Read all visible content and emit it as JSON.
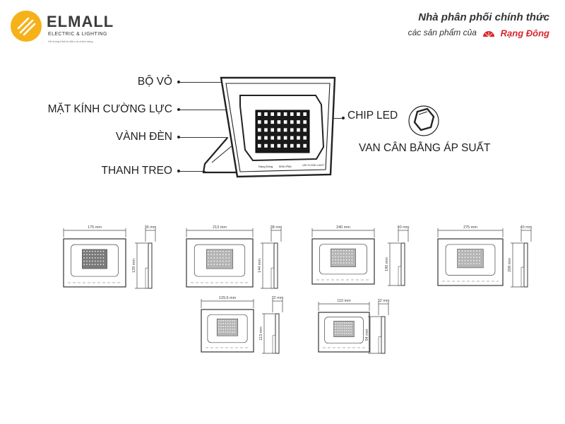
{
  "header": {
    "logo": {
      "name": "ELMALL",
      "tagline": "ELECTRIC & LIGHTING",
      "slogan": "Hệ thống thiết bị điện và chiếu sáng"
    },
    "distributor": {
      "line1": "Nhà phân phối chính thức",
      "line2_prefix": "các sản phẩm của",
      "brand_name": "Rạng Đông",
      "brand_color": "#d6262b"
    }
  },
  "callouts": {
    "left": [
      "BỘ VỎ",
      "MẶT KÍNH CƯỜNG LỰC",
      "VÀNH ĐÈN",
      "THANH TREO"
    ],
    "right": [
      "CHIP LED",
      "VAN CÂN BẰNG ÁP SUẤT"
    ]
  },
  "product_label": {
    "brand": "Rạng Đông",
    "power": "50W IP66",
    "model": "LED FLOOD LIGHT"
  },
  "dimension_drawings": [
    {
      "width": "175 mm",
      "depth": "36 mm",
      "height": "129 mm"
    },
    {
      "width": "213 mm",
      "depth": "38 mm",
      "height": "144 mm"
    },
    {
      "width": "240 mm",
      "depth": "40 mm",
      "height": "190 mm"
    },
    {
      "width": "275 mm",
      "depth": "40 mm",
      "height": "208 mm"
    },
    {
      "width": "129,6 mm",
      "depth": "32 mm",
      "height": "113 mm"
    },
    {
      "width": "110 mm",
      "depth": "32 mm",
      "height": "94 mm"
    }
  ]
}
